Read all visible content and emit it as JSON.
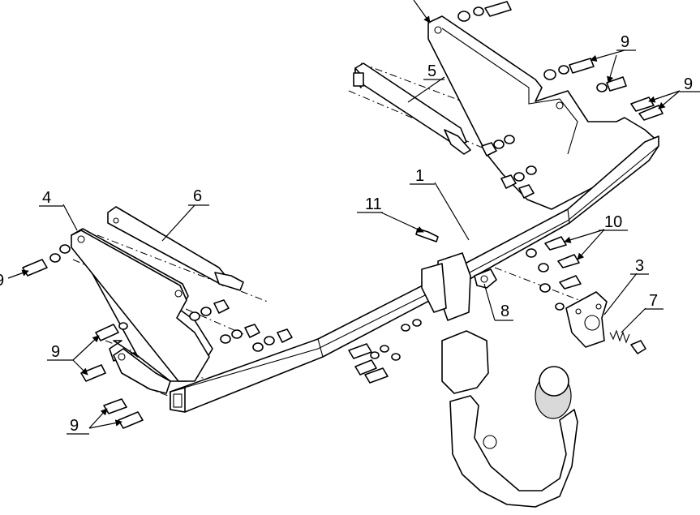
{
  "callouts": {
    "c1": "1",
    "c3": "3",
    "c4": "4",
    "c5": "5",
    "c6": "6",
    "c7": "7",
    "c8": "8",
    "c9": "9",
    "c10": "10",
    "c11": "11"
  }
}
